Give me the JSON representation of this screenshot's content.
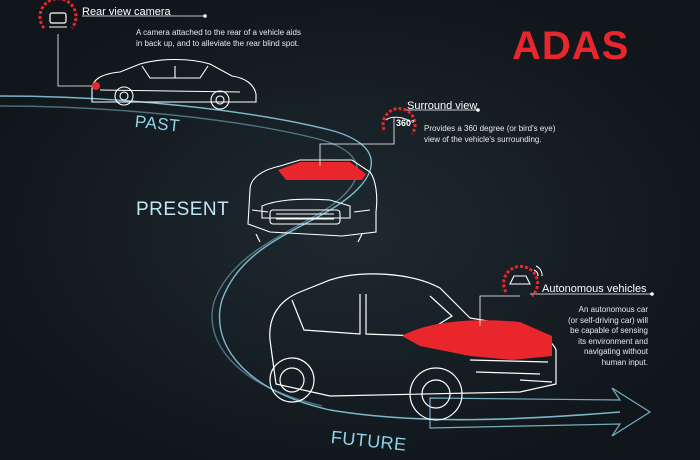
{
  "title": "ADAS",
  "eras": {
    "past": "PAST",
    "present": "PRESENT",
    "future": "FUTURE"
  },
  "features": [
    {
      "name": "Rear view camera",
      "icon": "rear-camera-icon",
      "desc_lines": [
        "A camera attached to the rear of a vehicle aids",
        "in back up, and to alleviate the rear blind spot."
      ]
    },
    {
      "name": "Surround view",
      "icon": "360-view-icon",
      "icon_text": "360°",
      "desc_lines": [
        "Provides a 360 degree (or bird's eye)",
        "view of the vehicle's surrounding."
      ]
    },
    {
      "name": "Autonomous vehicles",
      "icon": "autonomous-car-icon",
      "desc_lines": [
        "An autonomous car",
        "(or self-driving car) will",
        "be capable of sensing",
        "its environment and",
        "navigating without",
        "human input."
      ]
    }
  ],
  "colors": {
    "accent": "#e8262b",
    "path": "#8fd3ea",
    "background": "#0f1519",
    "line": "#ffffff"
  }
}
